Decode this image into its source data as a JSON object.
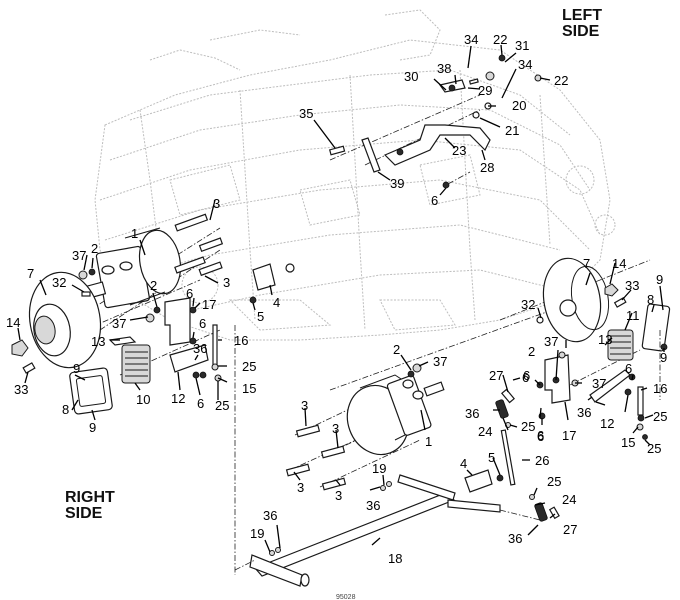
{
  "diagram": {
    "type": "exploded-parts-view",
    "side_labels": {
      "left": [
        "LEFT",
        "SIDE"
      ],
      "right": [
        "RIGHT",
        "SIDE"
      ]
    },
    "figure_id": "95028",
    "callouts": [
      {
        "id": "c34a",
        "label": "34"
      },
      {
        "id": "c22a",
        "label": "22"
      },
      {
        "id": "c31",
        "label": "31"
      },
      {
        "id": "c38",
        "label": "38"
      },
      {
        "id": "c34b",
        "label": "34"
      },
      {
        "id": "c30",
        "label": "30"
      },
      {
        "id": "c29",
        "label": "29"
      },
      {
        "id": "c22b",
        "label": "22"
      },
      {
        "id": "c20",
        "label": "20"
      },
      {
        "id": "c35",
        "label": "35"
      },
      {
        "id": "c21",
        "label": "21"
      },
      {
        "id": "c23",
        "label": "23"
      },
      {
        "id": "c28",
        "label": "28"
      },
      {
        "id": "c39",
        "label": "39"
      },
      {
        "id": "c6a",
        "label": "6"
      },
      {
        "id": "c3a",
        "label": "3"
      },
      {
        "id": "c1a",
        "label": "1"
      },
      {
        "id": "c37a",
        "label": "37"
      },
      {
        "id": "c2a",
        "label": "2"
      },
      {
        "id": "c3b",
        "label": "3"
      },
      {
        "id": "c7a",
        "label": "7"
      },
      {
        "id": "c32a",
        "label": "32"
      },
      {
        "id": "c4a",
        "label": "4"
      },
      {
        "id": "c2b",
        "label": "2"
      },
      {
        "id": "c6b",
        "label": "6"
      },
      {
        "id": "c17a",
        "label": "17"
      },
      {
        "id": "c5a",
        "label": "5"
      },
      {
        "id": "c37b",
        "label": "37"
      },
      {
        "id": "c6c",
        "label": "6"
      },
      {
        "id": "c14a",
        "label": "14"
      },
      {
        "id": "c16a",
        "label": "16"
      },
      {
        "id": "c13a",
        "label": "13"
      },
      {
        "id": "c36a",
        "label": "36"
      },
      {
        "id": "c25a",
        "label": "25"
      },
      {
        "id": "c33a",
        "label": "33"
      },
      {
        "id": "c9a",
        "label": "9"
      },
      {
        "id": "c15a",
        "label": "15"
      },
      {
        "id": "c8a",
        "label": "8"
      },
      {
        "id": "c10",
        "label": "10"
      },
      {
        "id": "c12a",
        "label": "12"
      },
      {
        "id": "c6d",
        "label": "6"
      },
      {
        "id": "c25b",
        "label": "25"
      },
      {
        "id": "c9b",
        "label": "9"
      },
      {
        "id": "c7b",
        "label": "7"
      },
      {
        "id": "c14b",
        "label": "14"
      },
      {
        "id": "c33b",
        "label": "33"
      },
      {
        "id": "c9c",
        "label": "9"
      },
      {
        "id": "c8b",
        "label": "8"
      },
      {
        "id": "c32b",
        "label": "32"
      },
      {
        "id": "c11",
        "label": "11"
      },
      {
        "id": "c13b",
        "label": "13"
      },
      {
        "id": "c37c",
        "label": "37"
      },
      {
        "id": "c9d",
        "label": "9"
      },
      {
        "id": "c2c",
        "label": "2"
      },
      {
        "id": "c37d",
        "label": "37"
      },
      {
        "id": "c6e",
        "label": "6"
      },
      {
        "id": "c6f",
        "label": "6"
      },
      {
        "id": "c16b",
        "label": "16"
      },
      {
        "id": "c36b",
        "label": "36"
      },
      {
        "id": "c12b",
        "label": "12"
      },
      {
        "id": "c25c",
        "label": "25"
      },
      {
        "id": "c6g",
        "label": "6"
      },
      {
        "id": "c17b",
        "label": "17"
      },
      {
        "id": "c15b",
        "label": "15"
      },
      {
        "id": "c25d",
        "label": "25"
      },
      {
        "id": "c2d",
        "label": "2"
      },
      {
        "id": "c37e",
        "label": "37"
      },
      {
        "id": "c27a",
        "label": "27"
      },
      {
        "id": "c6h",
        "label": "6"
      },
      {
        "id": "c36c",
        "label": "36"
      },
      {
        "id": "c24a",
        "label": "24"
      },
      {
        "id": "c25e",
        "label": "25"
      },
      {
        "id": "c6i",
        "label": "6"
      },
      {
        "id": "c3c",
        "label": "3"
      },
      {
        "id": "c3d",
        "label": "3"
      },
      {
        "id": "c1b",
        "label": "1"
      },
      {
        "id": "c26",
        "label": "26"
      },
      {
        "id": "c4b",
        "label": "4"
      },
      {
        "id": "c5b",
        "label": "5"
      },
      {
        "id": "c3e",
        "label": "3"
      },
      {
        "id": "c3f",
        "label": "3"
      },
      {
        "id": "c19a",
        "label": "19"
      },
      {
        "id": "c25f",
        "label": "25"
      },
      {
        "id": "c36d",
        "label": "36"
      },
      {
        "id": "c24b",
        "label": "24"
      },
      {
        "id": "c27b",
        "label": "27"
      },
      {
        "id": "c36e",
        "label": "36"
      },
      {
        "id": "c36f",
        "label": "36"
      },
      {
        "id": "c19b",
        "label": "19"
      },
      {
        "id": "c18",
        "label": "18"
      }
    ]
  }
}
